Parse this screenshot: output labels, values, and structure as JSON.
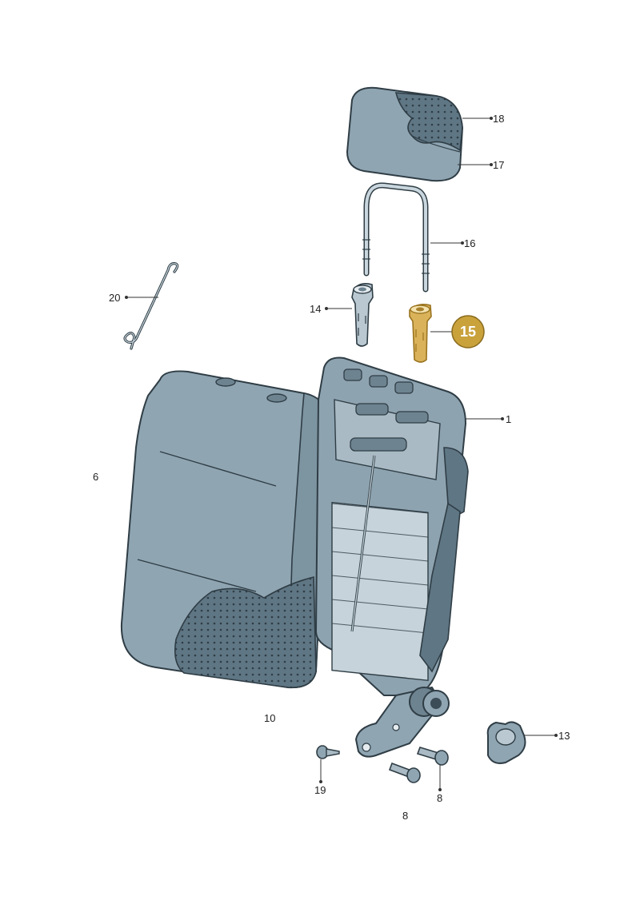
{
  "callouts": {
    "c1": "1",
    "c6": "6",
    "c8a": "8",
    "c8b": "8",
    "c10": "10",
    "c13": "13",
    "c14": "14",
    "c15": "15",
    "c16": "16",
    "c17": "17",
    "c18": "18",
    "c19": "19",
    "c20": "20"
  },
  "colors": {
    "part_main": "#8fa5b2",
    "outline": "#2f3d45",
    "highlight_badge": "#c9a23c",
    "highlight_part": "#d9b25a"
  }
}
